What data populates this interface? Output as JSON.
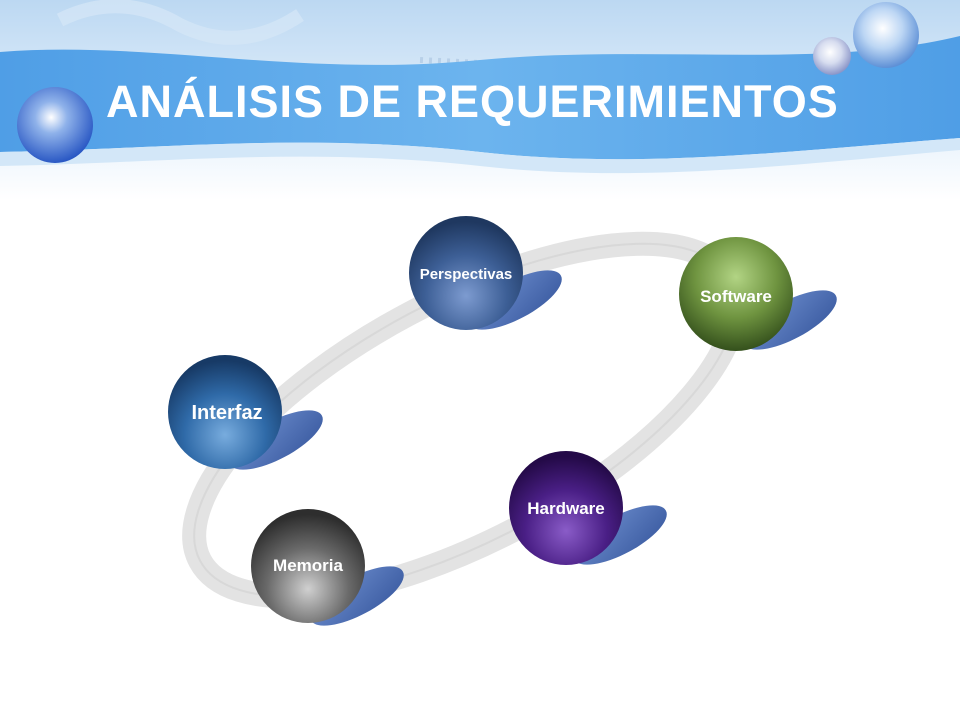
{
  "slide": {
    "title": "ANÁLISIS DE REQUERIMIENTOS"
  },
  "diagram": {
    "nodes": [
      {
        "id": "perspectivas",
        "label": "Perspectivas",
        "color": "#2f4f82",
        "highlight": "#7d9bd0"
      },
      {
        "id": "software",
        "label": "Software",
        "color": "#4b6a2a",
        "highlight": "#a9c97a"
      },
      {
        "id": "interfaz",
        "label": "Interfaz",
        "color": "#1f4a80",
        "highlight": "#6fa4dc"
      },
      {
        "id": "hardware",
        "label": "Hardware",
        "color": "#3a1470",
        "highlight": "#8a5cc8"
      },
      {
        "id": "memoria",
        "label": "Memoria",
        "color": "#4a4a4a",
        "highlight": "#c9c9c9"
      }
    ]
  },
  "colors": {
    "header_band": "#5ea8e6",
    "ring": "#d9d9d9",
    "shadow": "#4a6fb2"
  }
}
